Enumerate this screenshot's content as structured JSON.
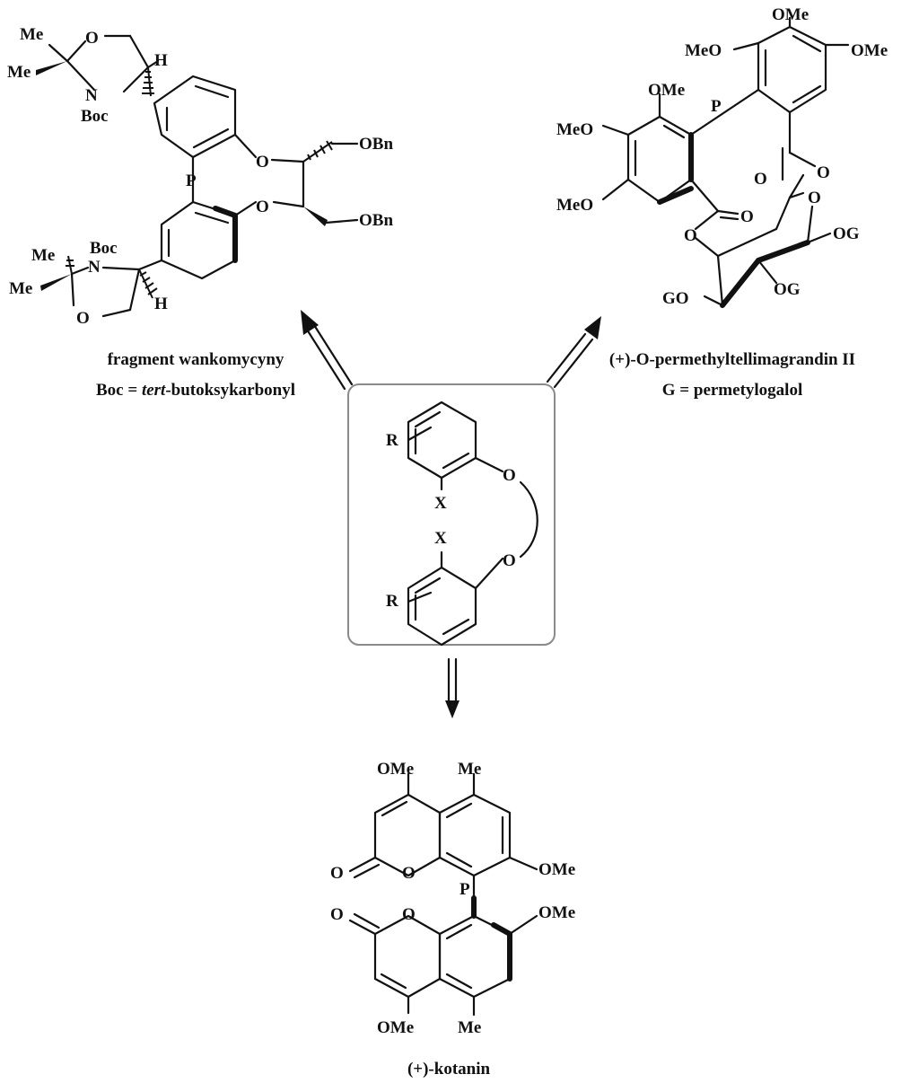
{
  "labels": {
    "me": "Me",
    "o": "O",
    "h": "H",
    "n": "N",
    "boc": "Boc",
    "p": "P",
    "obn": "OBn",
    "ome": "OMe",
    "meo": "MeO",
    "og": "OG",
    "go": "GO",
    "r": "R",
    "x": "X"
  },
  "captions": {
    "left_line1": "fragment wankomycyny",
    "left_line2_prefix": "Boc = ",
    "left_line2_italic": "tert",
    "left_line2_suffix": "-butoksykarbonyl",
    "right_line1": "(+)-O-permethyltellimagrandin II",
    "right_line2": "G = permetylogalol",
    "bottom": "(+)-kotanin"
  }
}
